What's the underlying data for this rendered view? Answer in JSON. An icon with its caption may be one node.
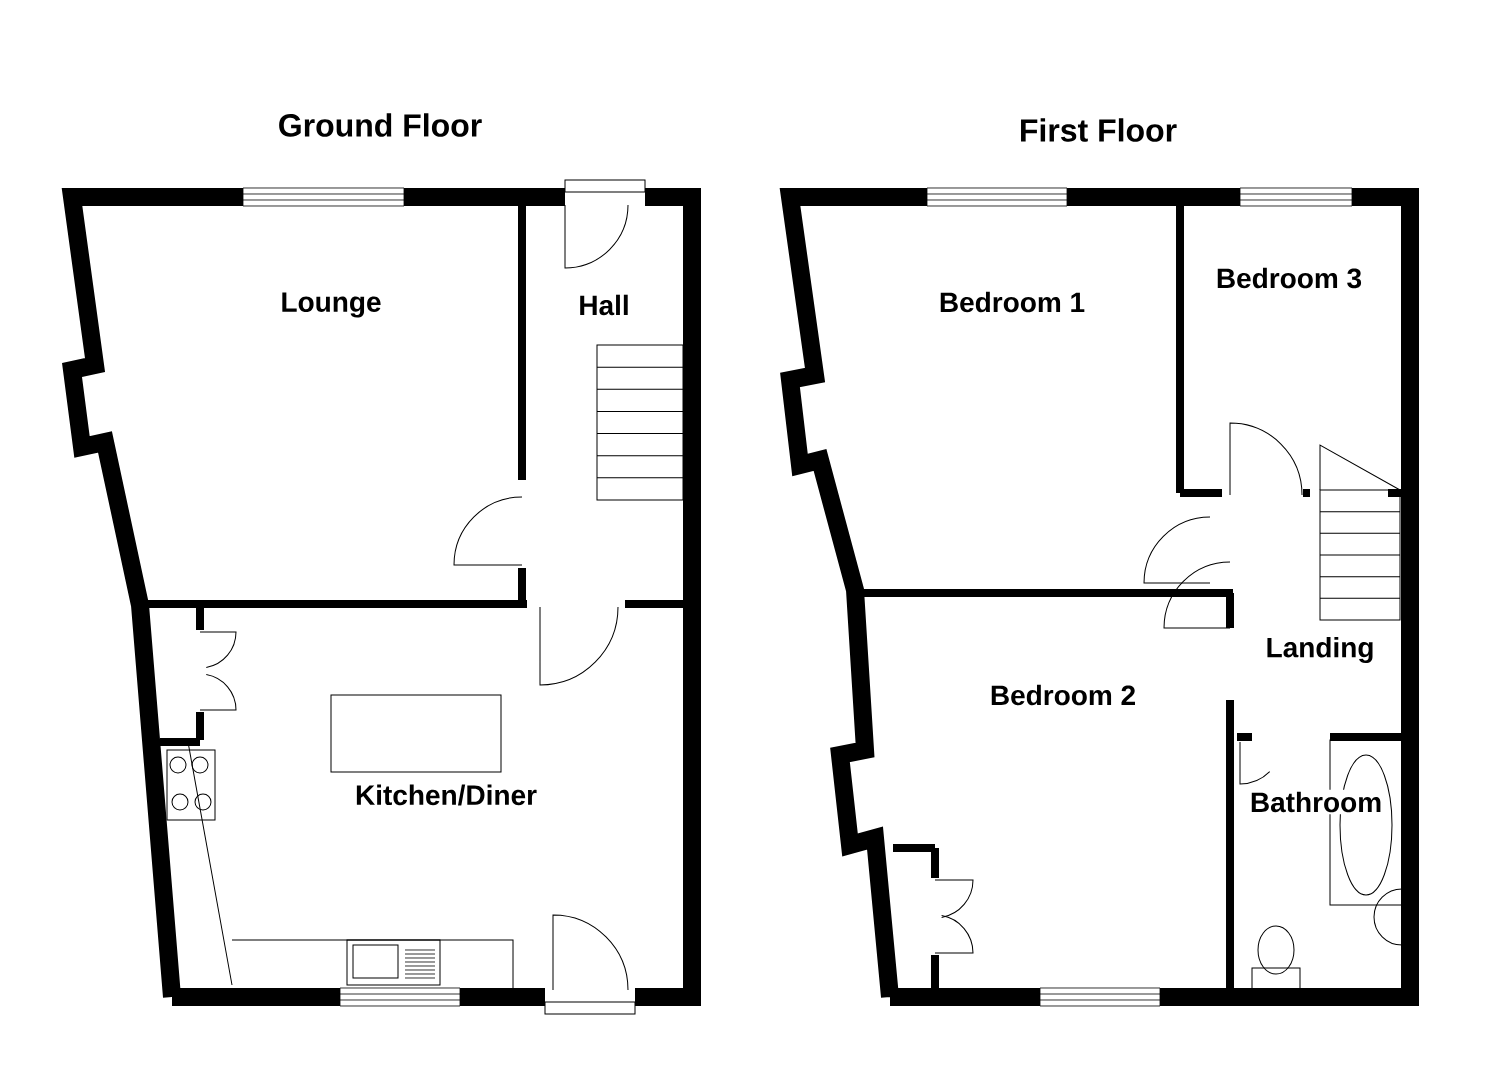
{
  "diagram": {
    "nodes": [
      {
        "text": [
          "Lounge"
        ]
      },
      {
        "text": [
          "Hall"
        ]
      },
      {
        "text": [
          "Kitchen/Diner"
        ]
      },
      {
        "text": [
          "Bedroom 1"
        ]
      },
      {
        "text": [
          "Bedroom 3"
        ]
      },
      {
        "text": [
          "Landing"
        ]
      },
      {
        "text": [
          "Bedroom 2"
        ]
      },
      {
        "text": [
          "Bathroom"
        ]
      }
    ],
    "labels": [
      "Ground Floor",
      "First Floor"
    ]
  }
}
